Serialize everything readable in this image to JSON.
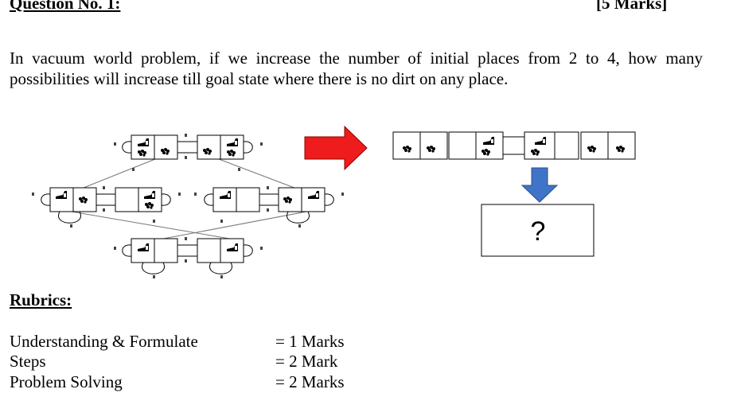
{
  "question": {
    "title": "Question No. 1:",
    "marks": "[5 Marks]",
    "text": "In vacuum world problem, if we increase the number of initial places from 2 to 4, how many possibilities will increase till goal state where there is no dirt on any place."
  },
  "figure": {
    "unknown_label": "?",
    "arrow_right_color": "#ee1c1c",
    "arrow_down_color": "#3f74c8"
  },
  "rubrics": {
    "title": "Rubrics:",
    "items": [
      {
        "label": "Understanding & Formulate",
        "value": "= 1 Marks"
      },
      {
        "label": "Steps",
        "value": "= 2 Mark"
      },
      {
        "label": "Problem Solving",
        "value": "= 2 Marks"
      }
    ]
  }
}
